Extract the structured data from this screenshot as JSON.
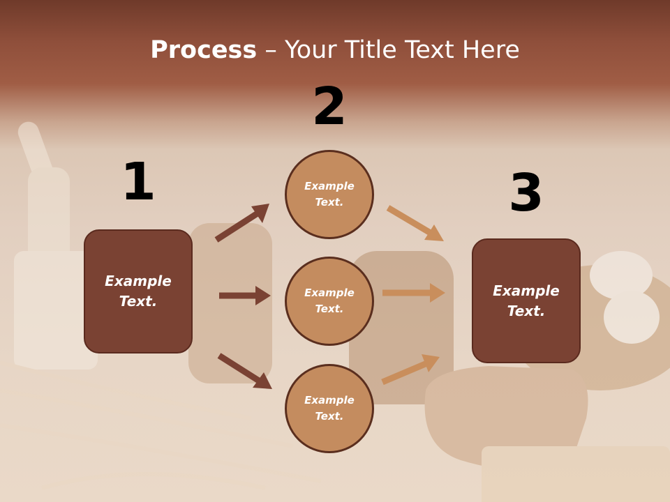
{
  "title": {
    "bold": "Process",
    "rest": " – Your Title Text Here"
  },
  "steps": [
    {
      "number": "1",
      "text": "Example Text."
    },
    {
      "number": "2",
      "text": "Example Text."
    },
    {
      "number": "3",
      "text": "Example Text."
    }
  ],
  "circles": [
    {
      "text": "Example Text."
    },
    {
      "text": "Example Text."
    },
    {
      "text": "Example Text."
    }
  ],
  "colors": {
    "box_fill": "#7a4233",
    "circle_fill": "#c48c5f",
    "left_arrow": "#7a4233",
    "right_arrow": "#c98e5c",
    "title_band": "#8f4f3b"
  }
}
